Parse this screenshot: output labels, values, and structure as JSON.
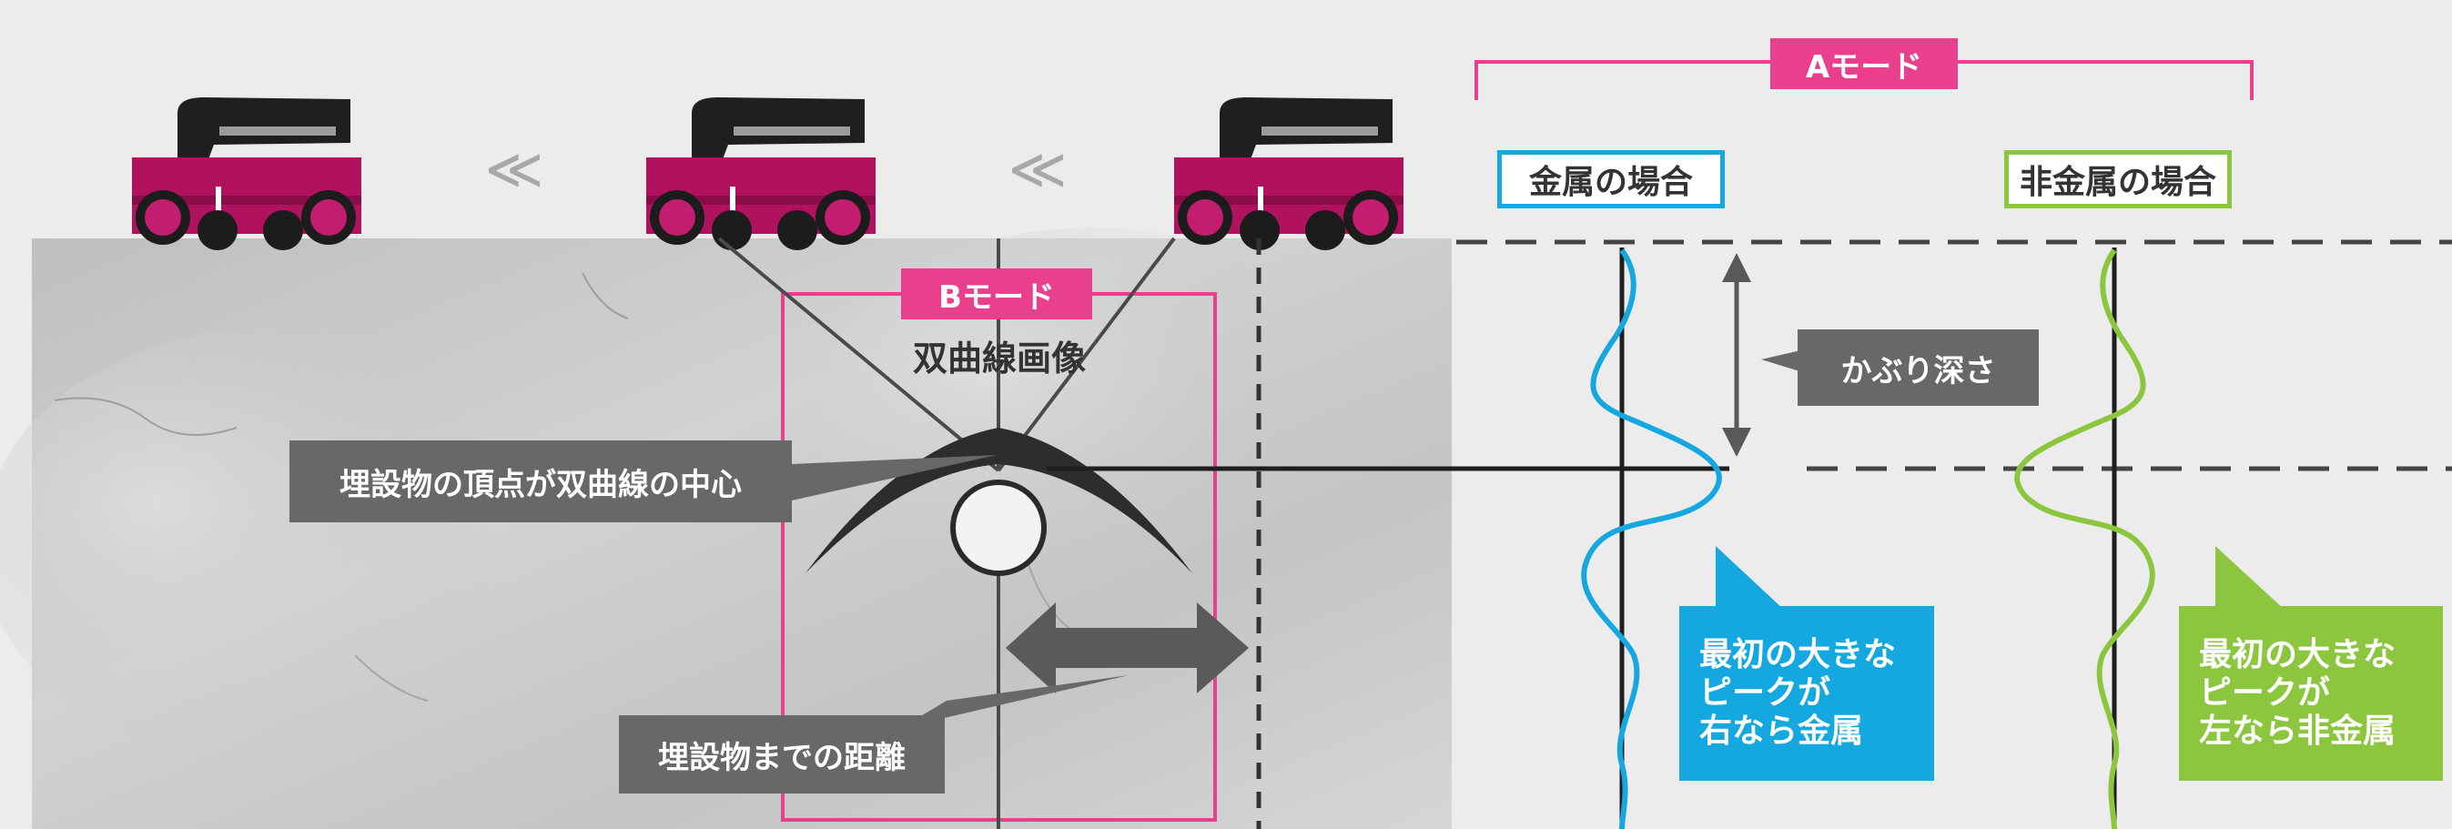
{
  "labels": {
    "a_mode": "Aモード",
    "b_mode": "Bモード",
    "hyperbola_image": "双曲線画像",
    "vertex_center": "埋設物の頂点が双曲線の中心",
    "distance": "埋設物までの距離",
    "cover_depth": "かぶり深さ",
    "metal_case": "金属の場合",
    "nonmetal_case": "非金属の場合",
    "metal_note": [
      "最初の大きな",
      "ピークが",
      "右なら金属"
    ],
    "nonmetal_note": [
      "最初の大きな",
      "ピークが",
      "左なら非金属"
    ],
    "arrow_glyph": "≪"
  },
  "colors": {
    "magenta": "#e8408d",
    "scanner_body": "#b0125e",
    "metal_blue": "#15a8e0",
    "nonmetal_green": "#8cc63f",
    "callout_gray": "#686868",
    "concrete": "#c8c8c8",
    "background": "#ececec"
  },
  "icons": [
    "scanner-device-icon",
    "movement-direction-icon",
    "buried-object-icon"
  ]
}
